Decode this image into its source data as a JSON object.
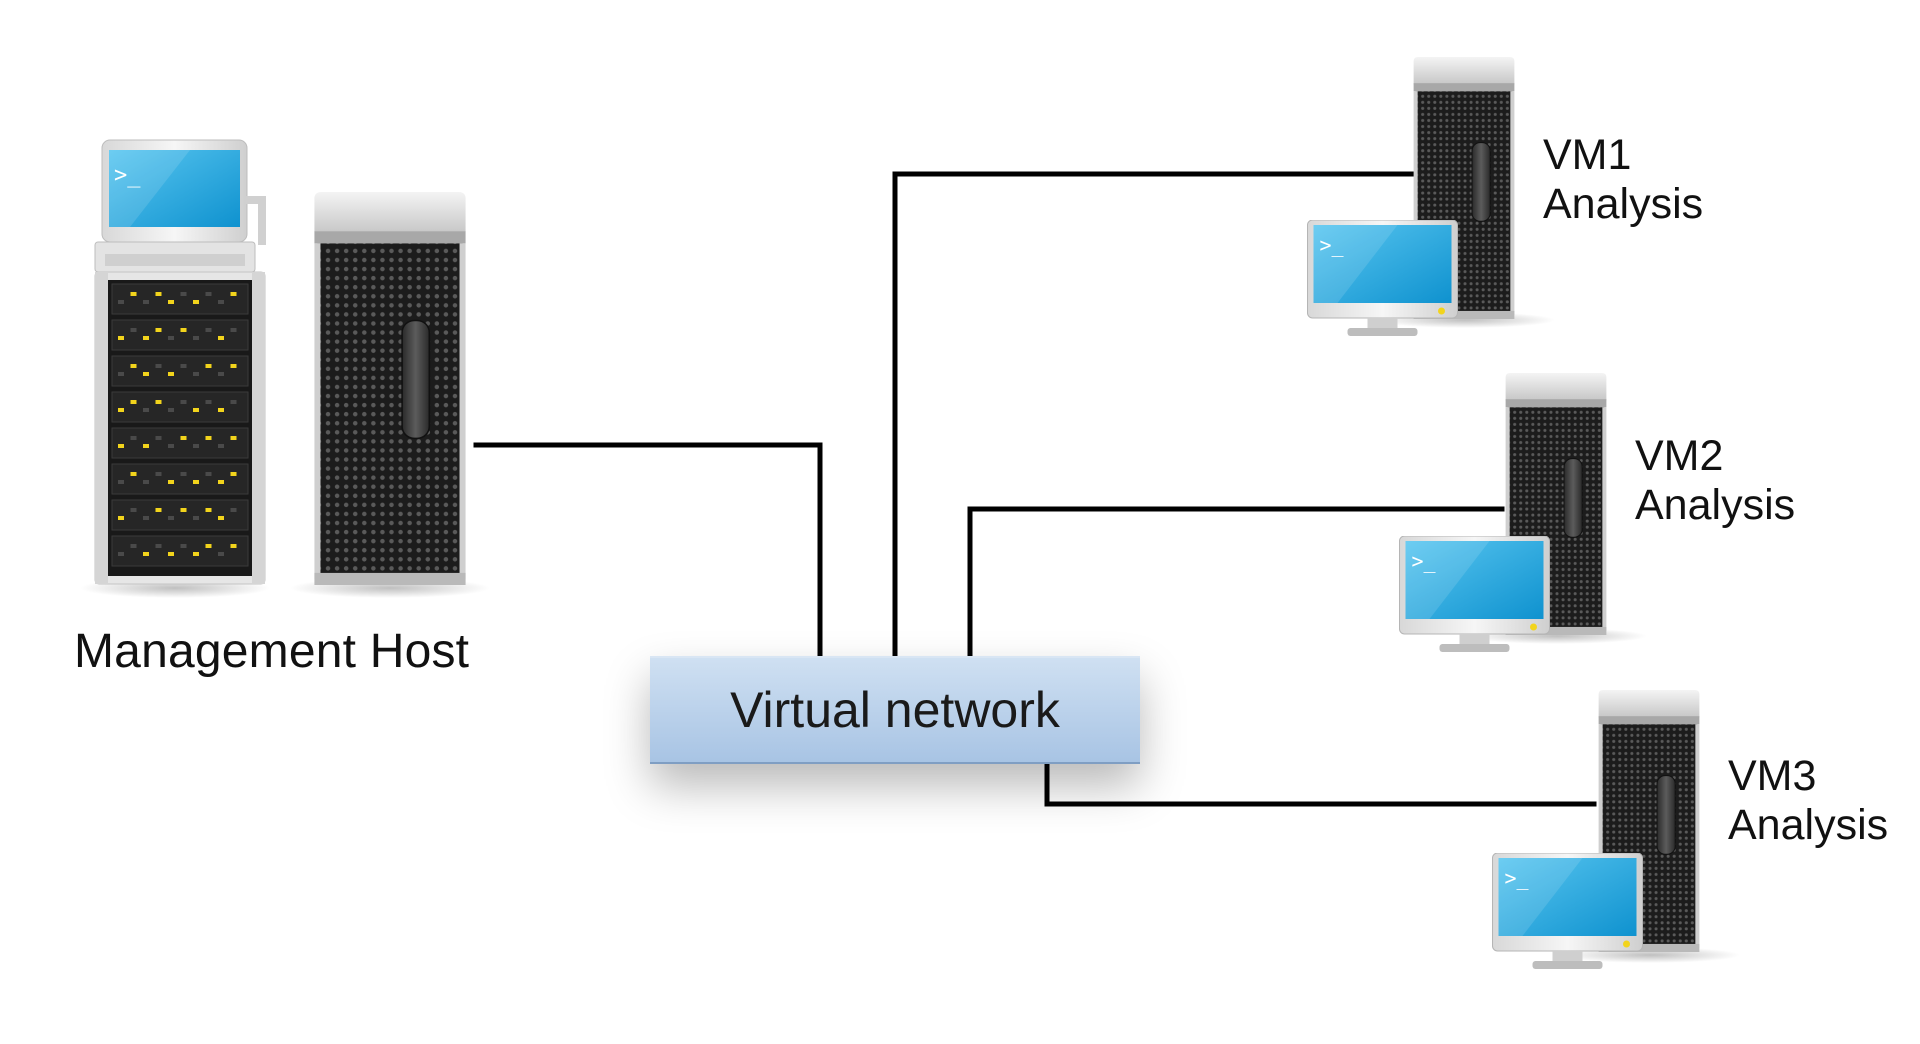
{
  "management_host": {
    "label": "Management Host",
    "icons": [
      "terminal-laptop-icon",
      "rack-server-icon",
      "tower-server-icon"
    ]
  },
  "virtual_network": {
    "label": "Virtual network"
  },
  "vms": [
    {
      "name": "VM1",
      "role": "Analysis",
      "icons": [
        "tower-server-icon",
        "monitor-terminal-icon"
      ]
    },
    {
      "name": "VM2",
      "role": "Analysis",
      "icons": [
        "tower-server-icon",
        "monitor-terminal-icon"
      ]
    },
    {
      "name": "VM3",
      "role": "Analysis",
      "icons": [
        "tower-server-icon",
        "monitor-terminal-icon"
      ]
    }
  ],
  "colors": {
    "screen": "#1ea8e0",
    "network_box": "#b7cfe9",
    "connector": "#000000",
    "rack_led": "#f2d41c",
    "server_body": "#2b2b2b"
  },
  "terminal_prompt": ">_"
}
